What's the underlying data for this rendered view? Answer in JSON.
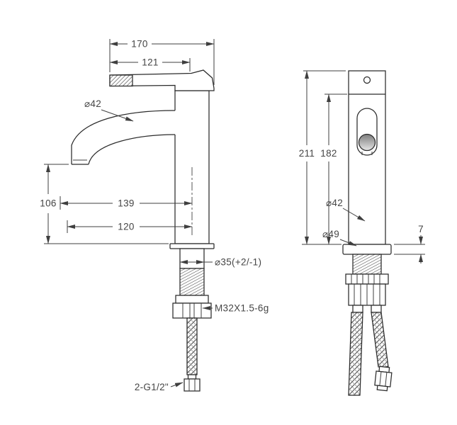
{
  "page": {
    "background": "#ffffff"
  },
  "drawing": {
    "type": "technical-drawing",
    "subject": "single-lever basin faucet, side and front elevation views with dimensions",
    "line_color": "#2b2b2b",
    "text_color": "#454545",
    "side_view": {
      "dim_overall_width": "170",
      "dim_handle_length": "121",
      "dim_spout_diameter": "⌀42",
      "dim_spout_height": "106",
      "dim_spout_reach": "139",
      "dim_spout_reach_inner": "120",
      "dim_mounting_hole": "⌀35(+2/-1)",
      "dim_thread_spec": "M32X1.5-6g",
      "dim_hose_thread": "2-G1/2\""
    },
    "front_view": {
      "dim_total_height": "211",
      "dim_body_height": "182",
      "dim_body_diameter": "⌀42",
      "dim_base_diameter": "⌀49",
      "dim_base_flange_height": "7"
    }
  }
}
